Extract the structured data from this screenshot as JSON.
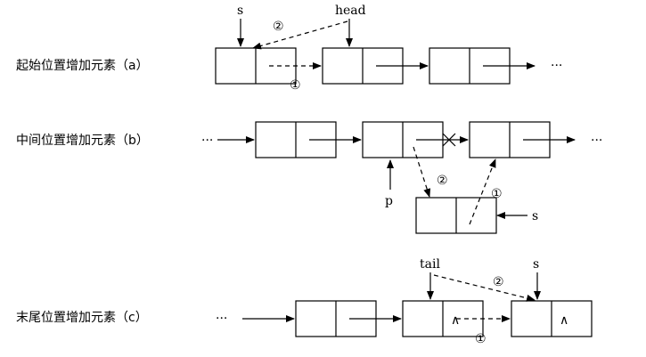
{
  "sections": [
    {
      "caption": "起始位置增加元素（a）",
      "labels": {
        "s": "s",
        "head": "head"
      },
      "steps": {
        "one": "①",
        "two": "②"
      },
      "ellipsis_right": "···"
    },
    {
      "caption": "中间位置增加元素（b）",
      "labels": {
        "p": "p",
        "s": "s"
      },
      "steps": {
        "one": "①",
        "two": "②"
      },
      "ellipsis_left": "···",
      "ellipsis_right": "···"
    },
    {
      "caption": "末尾位置增加元素（c）",
      "labels": {
        "tail": "tail",
        "s": "s"
      },
      "steps": {
        "one": "①",
        "two": "②"
      },
      "ellipsis_left": "···",
      "null_mark": "∧"
    }
  ]
}
